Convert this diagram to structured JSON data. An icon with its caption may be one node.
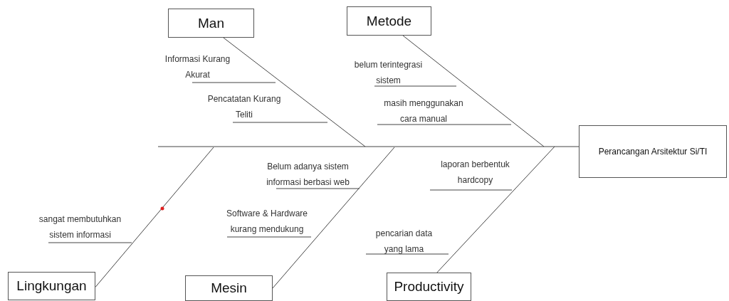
{
  "diagram": {
    "nodes": [
      {
        "text": [
          "Man"
        ]
      },
      {
        "text": [
          "Metode"
        ]
      },
      {
        "text": [
          "Perancangan Arsitektur Si/TI"
        ]
      },
      {
        "text": [
          "Lingkungan"
        ]
      },
      {
        "text": [
          "Mesin"
        ]
      },
      {
        "text": [
          "Productivity"
        ]
      }
    ],
    "edges": [
      {
        "from": 0,
        "to": null,
        "arrow": "none"
      },
      {
        "from": 1,
        "to": null,
        "arrow": "none"
      },
      {
        "from": null,
        "to": 2,
        "arrow": "none"
      },
      {
        "from": 3,
        "to": null,
        "arrow": "none"
      },
      {
        "from": 4,
        "to": null,
        "arrow": "none"
      },
      {
        "from": 5,
        "to": null,
        "arrow": "none"
      }
    ],
    "labels": [
      "Informasi Kurang Akurat",
      "Pencatatan Kurang Teliti",
      "belum terintegrasi sistem",
      "masih menggunakan cara manual",
      "Belum adanya sistem informasi berbasi web",
      "Software & Hardware kurang mendukung",
      "sangat membutuhkan sistem informasi",
      "laporan berbentuk hardcopy",
      "pencarian data yang lama"
    ]
  }
}
